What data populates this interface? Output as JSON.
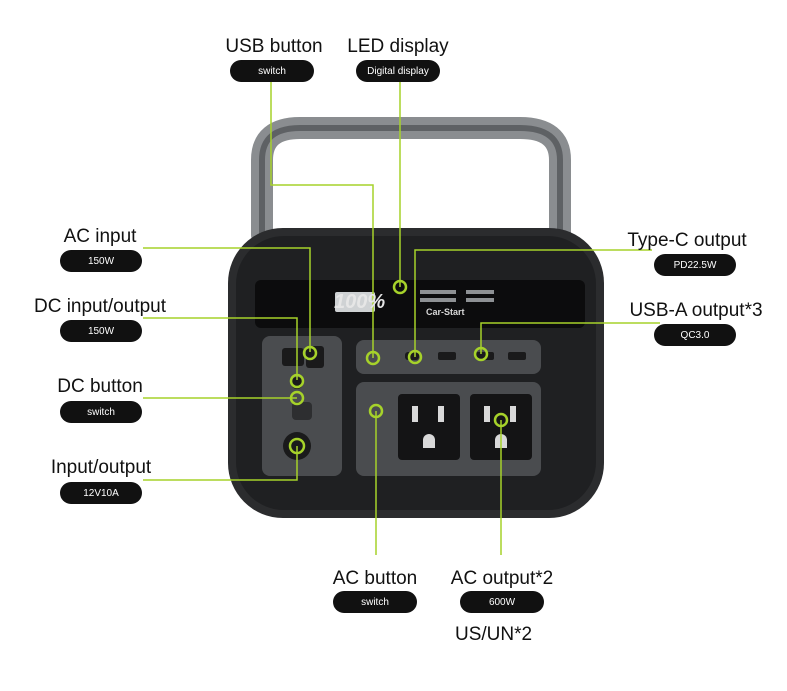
{
  "callouts": {
    "usb_button": {
      "title": "USB button",
      "badge": "switch"
    },
    "led_display": {
      "title": "LED display",
      "badge": "Digital display"
    },
    "ac_input": {
      "title": "AC input",
      "badge": "150W"
    },
    "dc_io": {
      "title": "DC input/output",
      "badge": "150W"
    },
    "dc_button": {
      "title": "DC button",
      "badge": "switch"
    },
    "input_output": {
      "title": "Input/output",
      "badge": "12V10A"
    },
    "typec_output": {
      "title": "Type-C output",
      "badge": "PD22.5W"
    },
    "usba_output": {
      "title": "USB-A output*3",
      "badge": "QC3.0"
    },
    "ac_button": {
      "title": "AC button",
      "badge": "switch"
    },
    "ac_output": {
      "title": "AC output*2",
      "badge": "600W",
      "note": "US/UN*2"
    }
  },
  "display": {
    "battery_readout": "100%",
    "car_start": "Car-Start"
  },
  "colors": {
    "accent": "#a6d22a",
    "device_body": "#2b2c2e",
    "panel": "#4a4c4f",
    "handle": "#8a8d90"
  }
}
